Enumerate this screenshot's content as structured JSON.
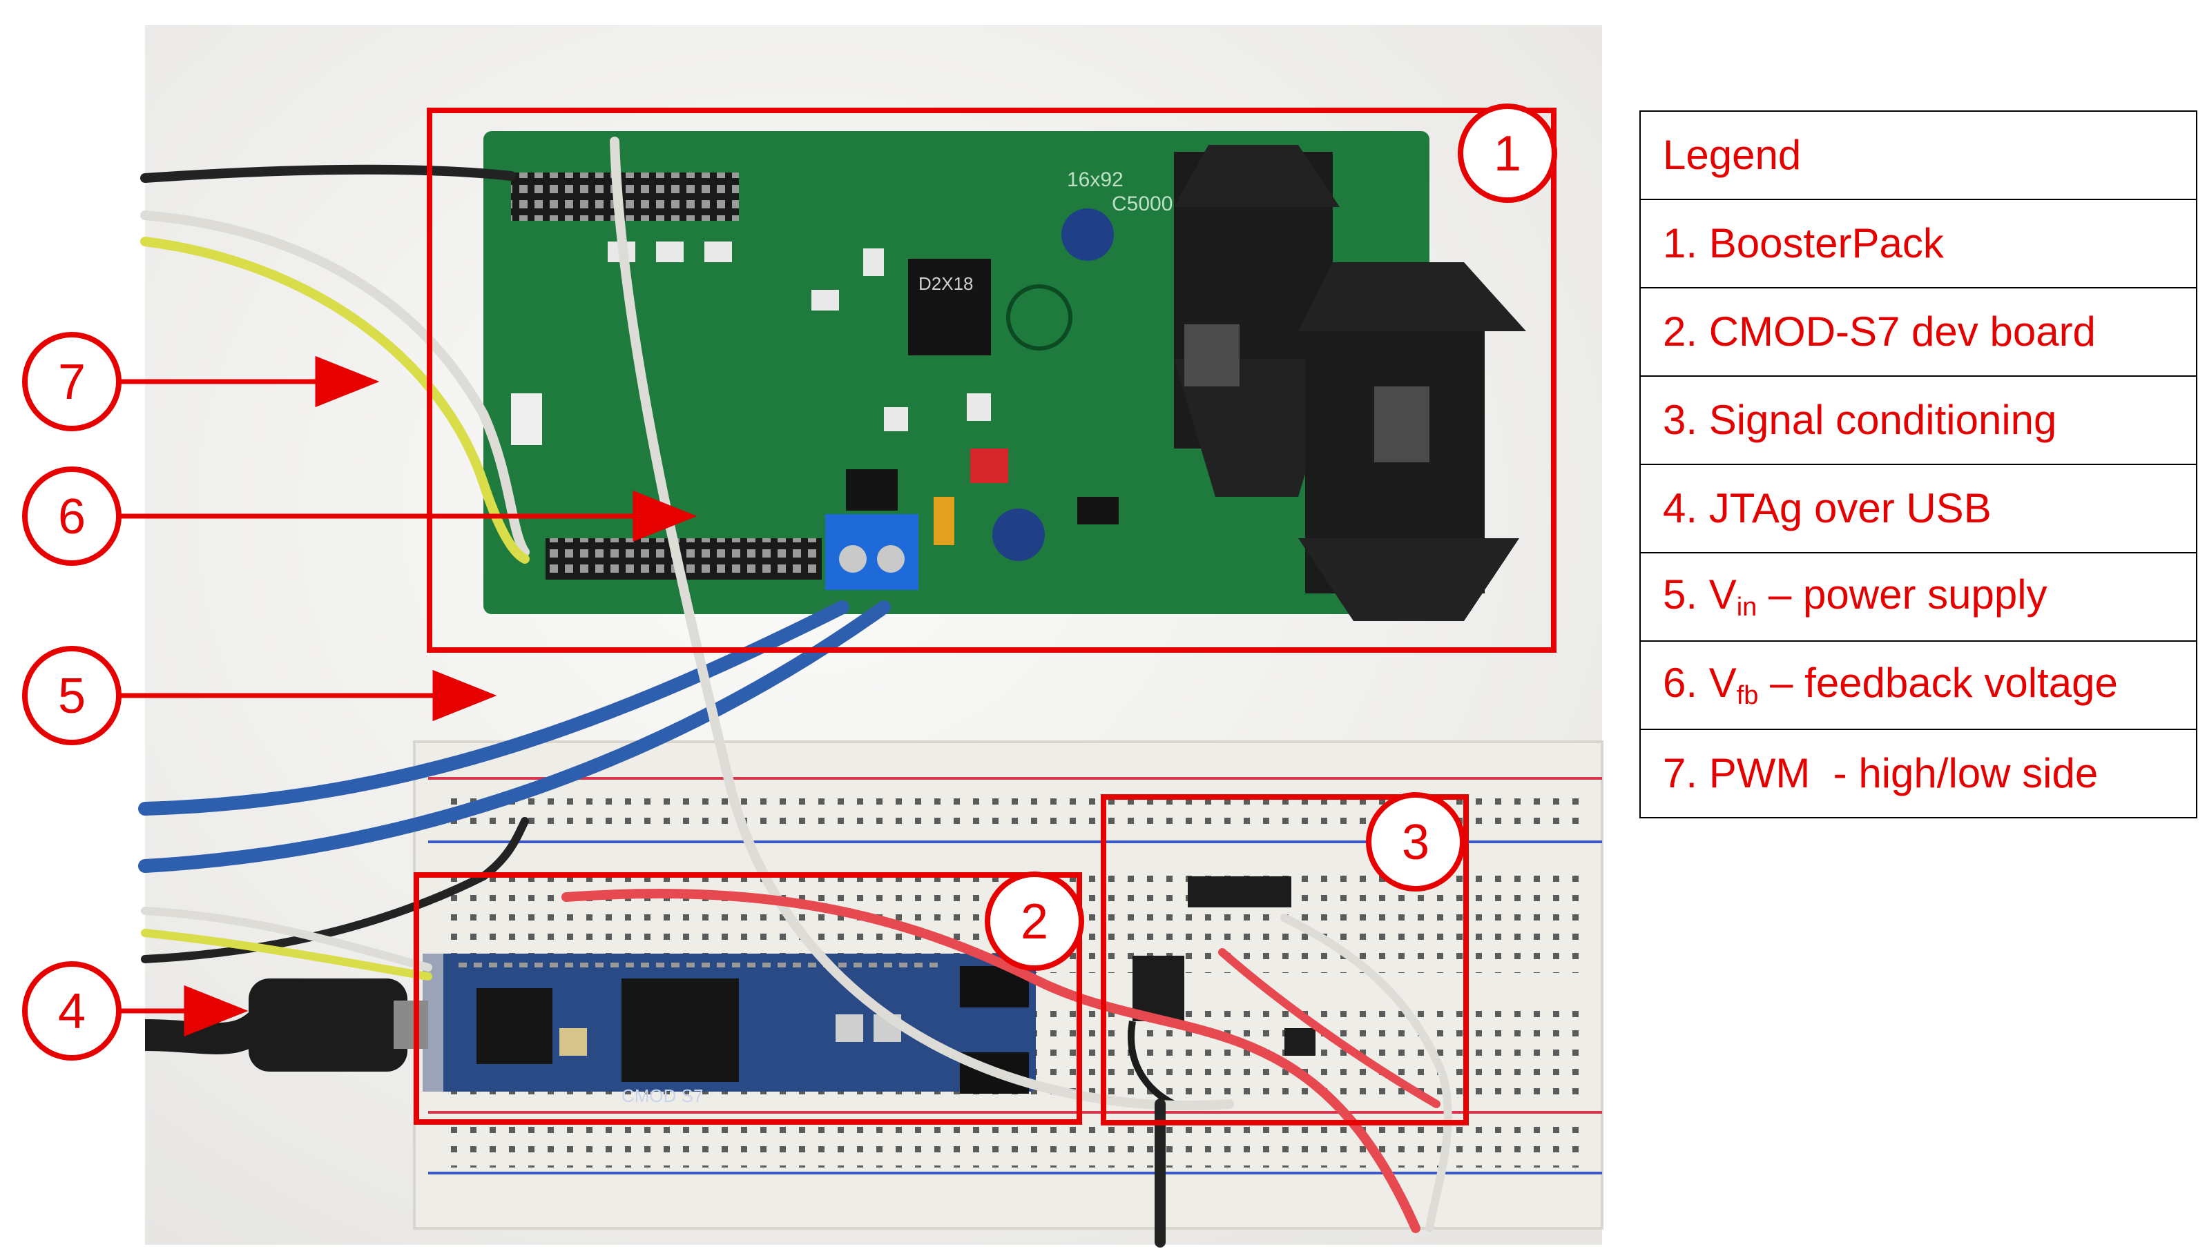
{
  "legend": {
    "title": "Legend",
    "items": [
      {
        "text": "1. BoosterPack"
      },
      {
        "text": "2. CMOD-S7 dev board"
      },
      {
        "text": "3. Signal conditioning"
      },
      {
        "text": "4. JTAg over USB"
      },
      {
        "prefix": "5. V",
        "sub": "in",
        "suffix": " – power supply"
      },
      {
        "prefix": "6. V",
        "sub": "fb",
        "suffix": " – feedback voltage"
      },
      {
        "text": "7. PWM  - high/low side"
      }
    ]
  },
  "photo": {
    "callouts": [
      "1",
      "2",
      "3",
      "4",
      "5",
      "6",
      "7"
    ],
    "boosterpack_text": [
      "C5000",
      "16x92",
      "D2X18"
    ],
    "cmod_text": "CMOD S7",
    "colors": {
      "annotation": "#e60000",
      "pcb": "#1f7a3e",
      "cmod": "#2a4a86",
      "breadboard": "#efede8",
      "heatsink": "#1b1b1b",
      "wire_blue": "#2e5fae",
      "wire_red": "#e64a50",
      "wire_yellow": "#d9dd4a",
      "wire_white": "#dedcd6",
      "wire_black": "#232323"
    }
  }
}
